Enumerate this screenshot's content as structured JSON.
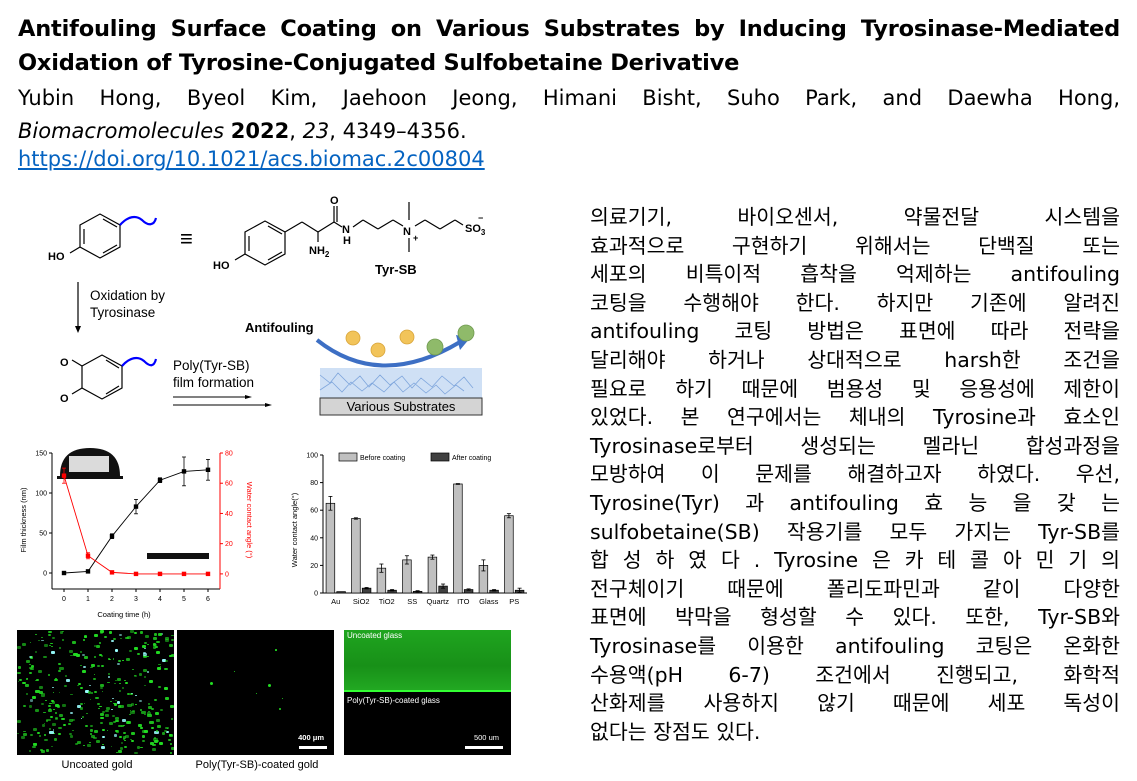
{
  "header": {
    "title_line1": "Antifouling Surface Coating on Various Substrates by Inducing Tyrosinase-Mediated",
    "title_line2": "Oxidation of Tyrosine-Conjugated Sulfobetaine Derivative",
    "authors": "Yubin Hong, Byeol Kim, Jaehoon Jeong, Himani Bisht, Suho Park, and Daewha Hong,",
    "journal": "Biomacromolecules",
    "year": "2022",
    "volume": "23",
    "pages": ", 4349–4356.",
    "doi": "https://doi.org/10.1021/acs.biomac.2c00804"
  },
  "scheme": {
    "ho_label": "HO",
    "equiv": "≡",
    "o_label": "O",
    "n_label": "N",
    "h_label": "H",
    "nh2_label": "NH",
    "nh2_sub": "2",
    "nplus_label": "N",
    "plus": "+",
    "so3_label": "SO",
    "so3_sub": "3",
    "minus": "−",
    "compound_name": "Tyr-SB",
    "oxidation_line1": "Oxidation by",
    "oxidation_line2": "Tyrosinase",
    "film_line1": "Poly(Tyr-SB)",
    "film_line2": "film formation",
    "antifouling": "Antifouling",
    "substrate": "Various Substrates"
  },
  "chart_data": [
    {
      "type": "line",
      "xlabel": "Coating time (h)",
      "ylabel": "Film thickness (nm)",
      "y2label": "Water contact angle (°)",
      "xlim": [
        -0.5,
        6.5
      ],
      "ylim": [
        -20,
        150
      ],
      "y2lim": [
        -10,
        80
      ],
      "xticks": [
        "0",
        "1",
        "2",
        "3",
        "4",
        "5",
        "6"
      ],
      "yticks": [
        "0",
        "50",
        "100",
        "150"
      ],
      "y2ticks": [
        "0",
        "20",
        "40",
        "60",
        "80"
      ],
      "series": [
        {
          "name": "Film thickness",
          "axis": "left",
          "color": "#000000",
          "x": [
            0,
            1,
            2,
            3,
            4,
            5,
            6
          ],
          "values": [
            0,
            2,
            46,
            83,
            116,
            127,
            129
          ],
          "errors": [
            0,
            2,
            3,
            9,
            3,
            18,
            13
          ]
        },
        {
          "name": "Water contact angle",
          "axis": "right",
          "color": "#ff0000",
          "x": [
            0,
            1,
            2,
            3,
            4,
            5,
            6
          ],
          "values": [
            65,
            12,
            1,
            0,
            0,
            0,
            0
          ],
          "errors": [
            5,
            2,
            1,
            0,
            0,
            0,
            0
          ]
        }
      ]
    },
    {
      "type": "bar",
      "ylabel": "Water contact angle(°)",
      "ylim": [
        0,
        100
      ],
      "yticks": [
        "0",
        "20",
        "40",
        "60",
        "80",
        "100"
      ],
      "categories": [
        "Au",
        "SiO2",
        "TiO2",
        "SS",
        "Quartz",
        "ITO",
        "Glass",
        "PS"
      ],
      "legend_position": "top",
      "series": [
        {
          "name": "Before coating",
          "color": "#c0c0c0",
          "values": [
            65,
            54,
            18,
            24,
            26,
            79,
            20,
            56
          ],
          "errors": [
            5,
            0.5,
            3,
            3,
            1.5,
            0.3,
            4,
            1.5
          ]
        },
        {
          "name": "After coating",
          "color": "#404040",
          "values": [
            1,
            3.5,
            2,
            1.2,
            5,
            2.5,
            2,
            2
          ],
          "errors": [
            0,
            0.5,
            0.5,
            0.5,
            1.5,
            0.5,
            0.5,
            1.5
          ]
        }
      ]
    }
  ],
  "microscopy": {
    "caption_1": "Uncoated gold",
    "caption_2": "Poly(Tyr-SB)-coated gold",
    "scale_1": "400 μm",
    "label_top": "Uncoated glass",
    "label_bottom": "Poly(Tyr-SB)-coated glass",
    "scale_2": "500 um",
    "fluorescence_color": "#22dd22"
  },
  "body_lines": [
    "의료기기, 바이오센서, 약물전달 시스템을",
    "효과적으로 구현하기 위해서는 단백질 또는",
    "세포의 비특이적 흡착을 억제하는 antifouling",
    "코팅을 수행해야 한다. 하지만 기존에 알려진",
    "antifouling 코팅 방법은 표면에 따라 전략을",
    "달리해야 하거나 상대적으로 harsh한 조건을",
    "필요로 하기 때문에 범용성 및 응용성에 제한이",
    "있었다. 본 연구에서는 체내의 Tyrosine과 효소인",
    "Tyrosinase로부터 생성되는 멜라닌 합성과정을",
    "모방하여 이 문제를 해결하고자 하였다. 우선,",
    "Tyrosine(Tyr) 과  antifouling 효 능 을  갖 는",
    "sulfobetaine(SB) 작용기를 모두 가지는 Tyr-SB를",
    "합 성 하 였 다 .  Tyrosine 은  카 테 콜 아 민 기 의",
    "전구체이기 때문에 폴리도파민과 같이 다양한",
    "표면에 박막을 형성할 수 있다. 또한, Tyr-SB와",
    "Tyrosinase를 이용한 antifouling 코팅은 온화한",
    "수용액(pH 6-7) 조건에서 진행되고, 화학적",
    "산화제를 사용하지 않기 때문에 세포 독성이",
    "없다는 장점도 있다."
  ]
}
